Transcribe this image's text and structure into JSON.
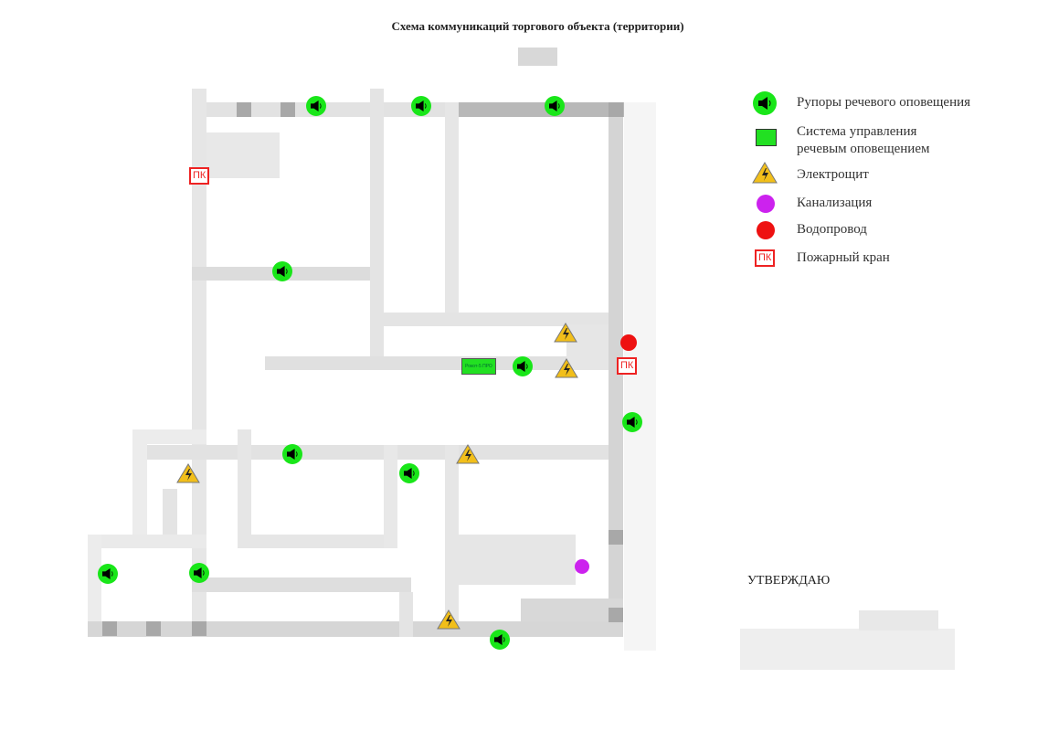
{
  "title": "Схема коммуникаций торгового объекта (территории)",
  "legend": {
    "items": [
      {
        "icon": "speaker-icon",
        "label": "Рупоры речевого оповещения"
      },
      {
        "icon": "control-system-icon",
        "label_line1": "Система управления",
        "label_line2": "речевым оповещением"
      },
      {
        "icon": "electrical-panel-icon",
        "label": "Электрощит"
      },
      {
        "icon": "sewer-icon",
        "label": "Канализация"
      },
      {
        "icon": "water-supply-icon",
        "label": "Водопровод"
      },
      {
        "icon": "fire-hydrant-icon",
        "label": "Пожарный кран",
        "symbol": "ПК"
      }
    ]
  },
  "plan": {
    "control_unit_label": "Рокот-5 ПРО",
    "hydrant_label": "ПК"
  },
  "approval": {
    "label": "УТВЕРЖДАЮ"
  },
  "colors": {
    "speaker": "#19e619",
    "control": "#22e022",
    "panel": "#f2bf1a",
    "sewer": "#cc22ee",
    "water": "#ee1111",
    "hydrant": "#e22222"
  }
}
